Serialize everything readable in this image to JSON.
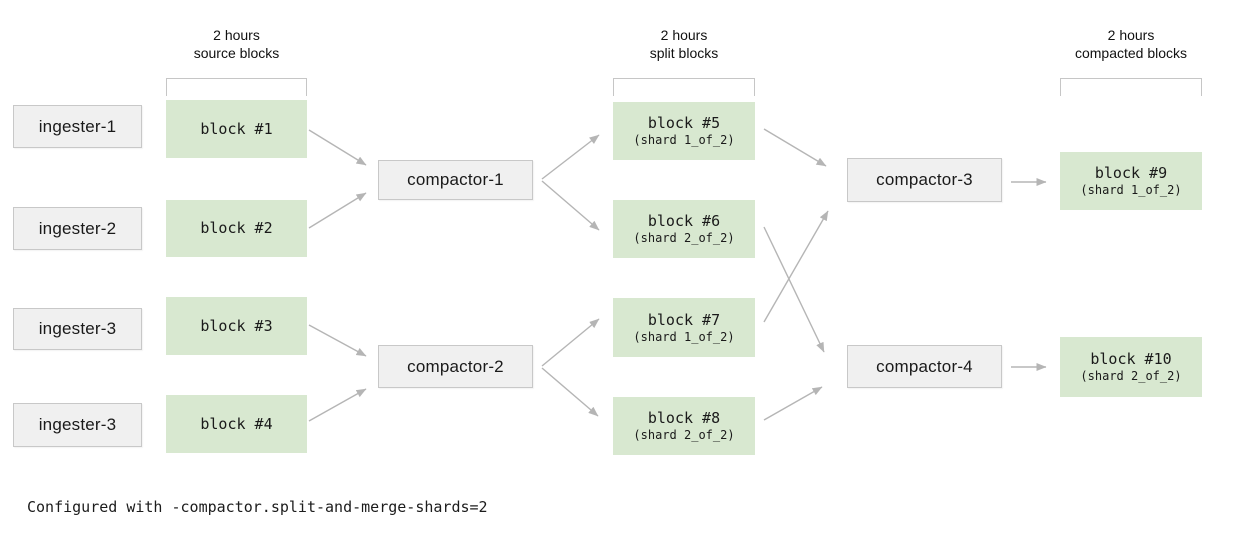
{
  "colors": {
    "block_green": "#d8e8d0",
    "box_fill": "#f0f0f0",
    "box_border": "#c8c8c8",
    "arrow": "#b5b5b5",
    "bracket": "#c6c6c6"
  },
  "headers": {
    "source": {
      "line1": "2 hours",
      "line2": "source blocks"
    },
    "split": {
      "line1": "2 hours",
      "line2": "split blocks"
    },
    "compacted": {
      "line1": "2 hours",
      "line2": "compacted blocks"
    }
  },
  "ingesters": [
    {
      "label": "ingester-1"
    },
    {
      "label": "ingester-2"
    },
    {
      "label": "ingester-3"
    },
    {
      "label": "ingester-3"
    }
  ],
  "source_blocks": [
    {
      "label": "block #1"
    },
    {
      "label": "block #2"
    },
    {
      "label": "block #3"
    },
    {
      "label": "block #4"
    }
  ],
  "stage1_compactors": [
    {
      "label": "compactor-1"
    },
    {
      "label": "compactor-2"
    }
  ],
  "split_blocks": [
    {
      "label": "block #5",
      "shard": "(shard 1_of_2)"
    },
    {
      "label": "block #6",
      "shard": "(shard 2_of_2)"
    },
    {
      "label": "block #7",
      "shard": "(shard 1_of_2)"
    },
    {
      "label": "block #8",
      "shard": "(shard 2_of_2)"
    }
  ],
  "stage2_compactors": [
    {
      "label": "compactor-3"
    },
    {
      "label": "compactor-4"
    }
  ],
  "compacted_blocks": [
    {
      "label": "block #9",
      "shard": "(shard 1_of_2)"
    },
    {
      "label": "block #10",
      "shard": "(shard 2_of_2)"
    }
  ],
  "caption": "Configured with -compactor.split-and-merge-shards=2"
}
